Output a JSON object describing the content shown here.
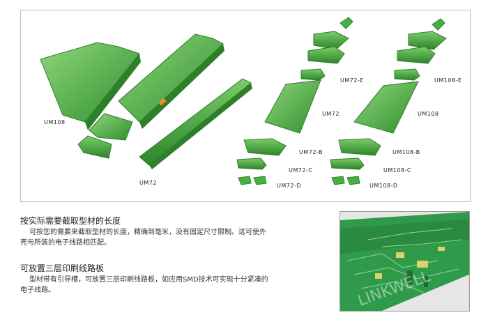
{
  "diagram": {
    "labels": {
      "um108": "UM108",
      "um72": "UM72",
      "um72_e": "UM72-E",
      "um72_mid": "UM72",
      "um72_b": "UM72-B",
      "um72_c": "UM72-C",
      "um72_d": "UM72-D",
      "um108_e": "UM108-E",
      "um108_mid": "UM108",
      "um108_b": "UM108-B",
      "um108_c": "UM108-C",
      "um108_d": "UM108-D"
    },
    "watermark": "LINKWELL",
    "colors": {
      "green": "#3fa83a",
      "green_dark": "#2d7f2a",
      "green_light": "#7fcf6e"
    }
  },
  "section1": {
    "title": "按实际需要截取型材的长度",
    "body_line1": "可按您的需要来截取型材的长度，精确到毫米，没有固定尺寸限制。这可使外",
    "body_line2": "壳与所装的电子线路相匹配。"
  },
  "section2": {
    "title": "可放置三层印刷线路板",
    "body_line1": "型材带有引导槽，可放置三层印刷线路板，如应用SMD技术可实现十分紧凑的",
    "body_line2": "电子线路。"
  },
  "photo": {
    "watermark": "LINKWELL"
  }
}
